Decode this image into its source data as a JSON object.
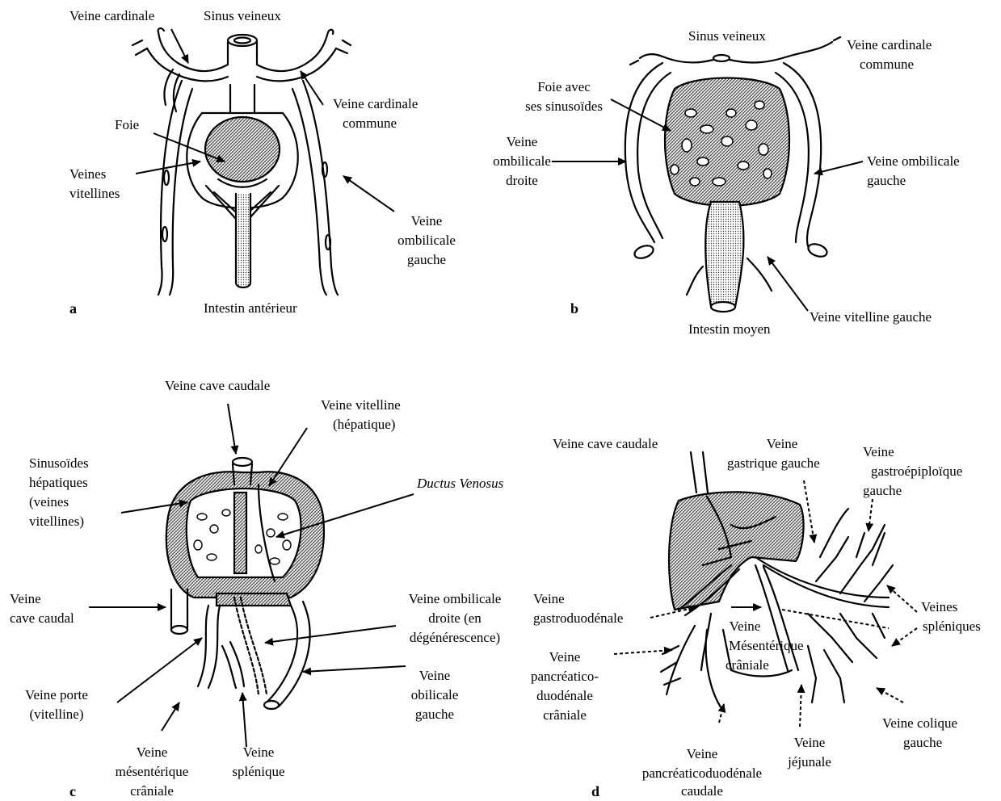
{
  "colors": {
    "ink": "#000000",
    "hatch": "#555555",
    "paper": "#ffffff"
  },
  "panels": {
    "a": {
      "letter": "a",
      "labels": {
        "veine_cardinale": "Veine cardinale",
        "sinus_veineux": "Sinus veineux",
        "veine_cardinale_commune_1": "Veine cardinale",
        "veine_cardinale_commune_2": "commune",
        "foie": "Foie",
        "veines_vitellines_1": "Veines",
        "veines_vitellines_2": "vitellines",
        "ombilicale_gauche_1": "Veine",
        "ombilicale_gauche_2": "ombilicale",
        "ombilicale_gauche_3": "gauche",
        "intestin_anterieur": "Intestin antérieur"
      }
    },
    "b": {
      "letter": "b",
      "labels": {
        "sinus_veineux": "Sinus veineux",
        "cardinale_commune_1": "Veine cardinale",
        "cardinale_commune_2": "commune",
        "foie_sinusoides_1": "Foie avec",
        "foie_sinusoides_2": "ses sinusoïdes",
        "ombilicale_droite_1": "Veine",
        "ombilicale_droite_2": "ombilicale",
        "ombilicale_droite_3": "droite",
        "ombilicale_gauche_1": "Veine ombilicale",
        "ombilicale_gauche_2": "gauche",
        "vitelline_gauche": "Veine vitelline gauche",
        "intestin_moyen": "Intestin moyen"
      }
    },
    "c": {
      "letter": "c",
      "labels": {
        "cave_caudale_top": "Veine cave caudale",
        "vitelline_hepatique_1": "Veine vitelline",
        "vitelline_hepatique_2": "(hépatique)",
        "sinusoides_1": "Sinusoïdes",
        "sinusoides_2": "hépatiques",
        "sinusoides_3": "(veines",
        "sinusoides_4": "vitellines)",
        "ductus_venosus": "Ductus Venosus",
        "cave_caudal_1": "Veine",
        "cave_caudal_2": "cave caudal",
        "ombilicale_droite_1": "Veine ombilicale",
        "ombilicale_droite_2": "droite (en",
        "ombilicale_droite_3": "dégénérescence)",
        "obilicale_gauche_1": "Veine",
        "obilicale_gauche_2": "obilicale",
        "obilicale_gauche_3": "gauche",
        "porte_1": "Veine porte",
        "porte_2": "(vitelline)",
        "mesenterique_1": "Veine",
        "mesenterique_2": "mésentérique",
        "mesenterique_3": "crâniale",
        "splenique_1": "Veine",
        "splenique_2": "splénique"
      }
    },
    "d": {
      "letter": "d",
      "labels": {
        "cave_caudale": "Veine cave caudale",
        "gastrique_1": "Veine",
        "gastrique_2": "gastrique gauche",
        "gastroepiploique_1": "Veine",
        "gastroepiploique_2": "gastroépiploïque",
        "gastroepiploique_3": "gauche",
        "gastroduodenale_1": "Veine",
        "gastroduodenale_2": "gastroduodénale",
        "mesenterique_1": "Veine",
        "mesenterique_2": "Mésentérique",
        "mesenterique_3": "crâniale",
        "spleniques_1": "Veines",
        "spleniques_2": "spléniques",
        "pancreatico_cran_1": "Veine",
        "pancreatico_cran_2": "pancréatico-",
        "pancreatico_cran_3": "duodénale",
        "pancreatico_cran_4": "crâniale",
        "colique_1": "Veine colique",
        "colique_2": "gauche",
        "jejunale_1": "Veine",
        "jejunale_2": "jéjunale",
        "pancreatico_caud_1": "Veine",
        "pancreatico_caud_2": "pancréaticoduodénale",
        "pancreatico_caud_3": "caudale"
      }
    }
  }
}
